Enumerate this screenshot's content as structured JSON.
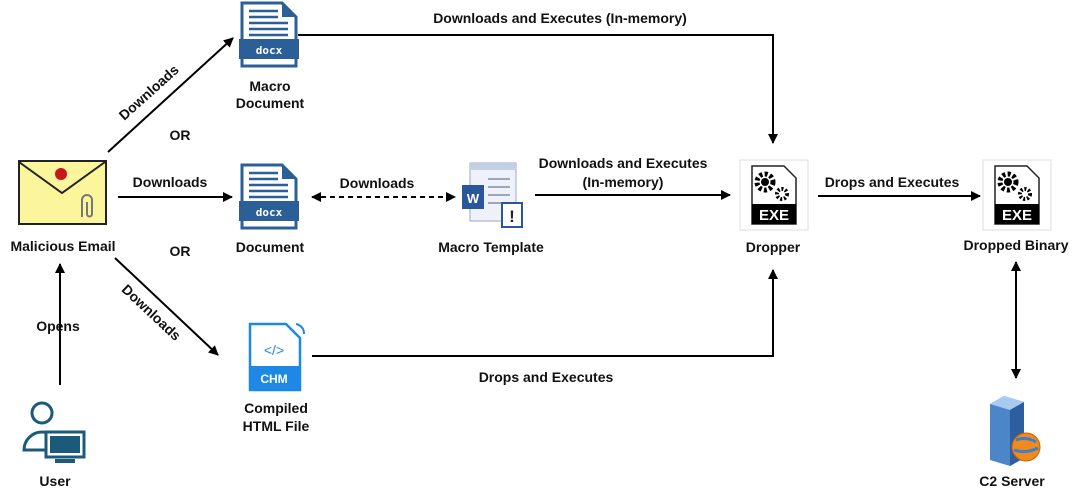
{
  "nodes": {
    "email": "Malicious Email",
    "user": "User",
    "macro_document": [
      "Macro",
      "Document"
    ],
    "document": "Document",
    "chm": [
      "Compiled",
      "HTML File"
    ],
    "macro_template": "Macro Template",
    "dropper": "Dropper",
    "dropped_binary": "Dropped Binary",
    "c2": "C2 Server"
  },
  "icons": {
    "docx_tag": "docx",
    "chm_tag": "CHM",
    "chm_code": "</>",
    "exe_tag": "EXE",
    "word_letter": "W",
    "warning_mark": "!"
  },
  "edges": {
    "opens": "Opens",
    "dl_macro": "Downloads",
    "or1": "OR",
    "dl_doc": "Downloads",
    "or2": "OR",
    "dl_chm": "Downloads",
    "doc_template": "Downloads",
    "template_dropper": [
      "Downloads and Executes",
      "(In-memory)"
    ],
    "macro_dropper": "Downloads and Executes (In-memory)",
    "chm_dropper": "Drops and Executes",
    "dropper_binary": "Drops and Executes"
  },
  "colors": {
    "doc_blue": "#2b5f98",
    "email_yellow": "#fbf59c",
    "chm_blue": "#1e88e5",
    "word_blue": "#2b579a"
  }
}
